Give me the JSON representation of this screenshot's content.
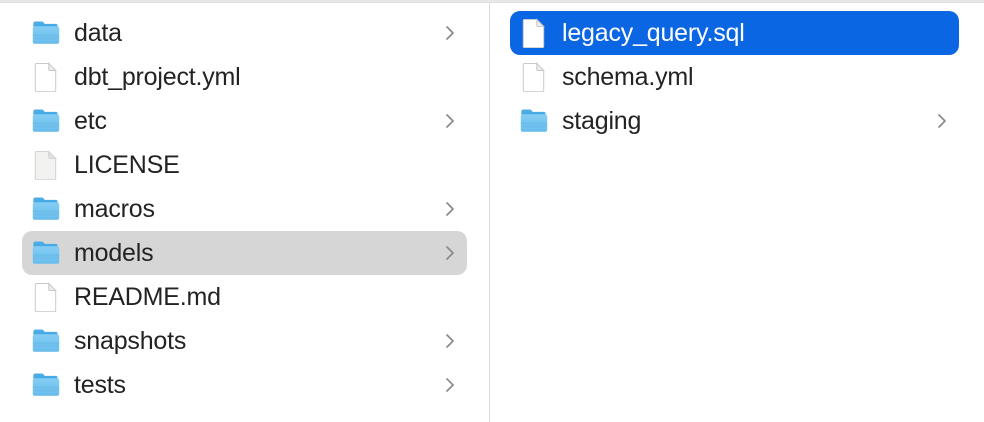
{
  "window": {
    "view_mode": "column",
    "accent_color": "#0b66e4",
    "inactive_selection_color": "#d6d6d6",
    "divider_color": "#dcdcdc",
    "text_color": "#232323",
    "selected_text_color": "#ffffff",
    "background_color": "#ffffff",
    "folder_icon_color": "#6fc4f2",
    "folder_icon_tab_color": "#3da5e8"
  },
  "columns": [
    {
      "name": "parent-column",
      "items": [
        {
          "label": "data",
          "kind": "folder",
          "icon": "folder-icon",
          "has_chevron": true,
          "selected": false,
          "selection_style": "none"
        },
        {
          "label": "dbt_project.yml",
          "kind": "file",
          "icon": "document-icon",
          "has_chevron": false,
          "selected": false,
          "selection_style": "none"
        },
        {
          "label": "etc",
          "kind": "folder",
          "icon": "folder-icon",
          "has_chevron": true,
          "selected": false,
          "selection_style": "none"
        },
        {
          "label": "LICENSE",
          "kind": "file-generic",
          "icon": "document-gray-icon",
          "has_chevron": false,
          "selected": false,
          "selection_style": "none"
        },
        {
          "label": "macros",
          "kind": "folder",
          "icon": "folder-icon",
          "has_chevron": true,
          "selected": false,
          "selection_style": "none"
        },
        {
          "label": "models",
          "kind": "folder",
          "icon": "folder-icon",
          "has_chevron": true,
          "selected": true,
          "selection_style": "inactive"
        },
        {
          "label": "README.md",
          "kind": "file",
          "icon": "document-icon",
          "has_chevron": false,
          "selected": false,
          "selection_style": "none"
        },
        {
          "label": "snapshots",
          "kind": "folder",
          "icon": "folder-icon",
          "has_chevron": true,
          "selected": false,
          "selection_style": "none"
        },
        {
          "label": "tests",
          "kind": "folder",
          "icon": "folder-icon",
          "has_chevron": true,
          "selected": false,
          "selection_style": "none"
        }
      ]
    },
    {
      "name": "child-column",
      "items": [
        {
          "label": "legacy_query.sql",
          "kind": "file",
          "icon": "document-icon",
          "has_chevron": false,
          "selected": true,
          "selection_style": "active"
        },
        {
          "label": "schema.yml",
          "kind": "file",
          "icon": "document-icon",
          "has_chevron": false,
          "selected": false,
          "selection_style": "none"
        },
        {
          "label": "staging",
          "kind": "folder",
          "icon": "folder-icon",
          "has_chevron": true,
          "selected": false,
          "selection_style": "none"
        }
      ]
    }
  ]
}
